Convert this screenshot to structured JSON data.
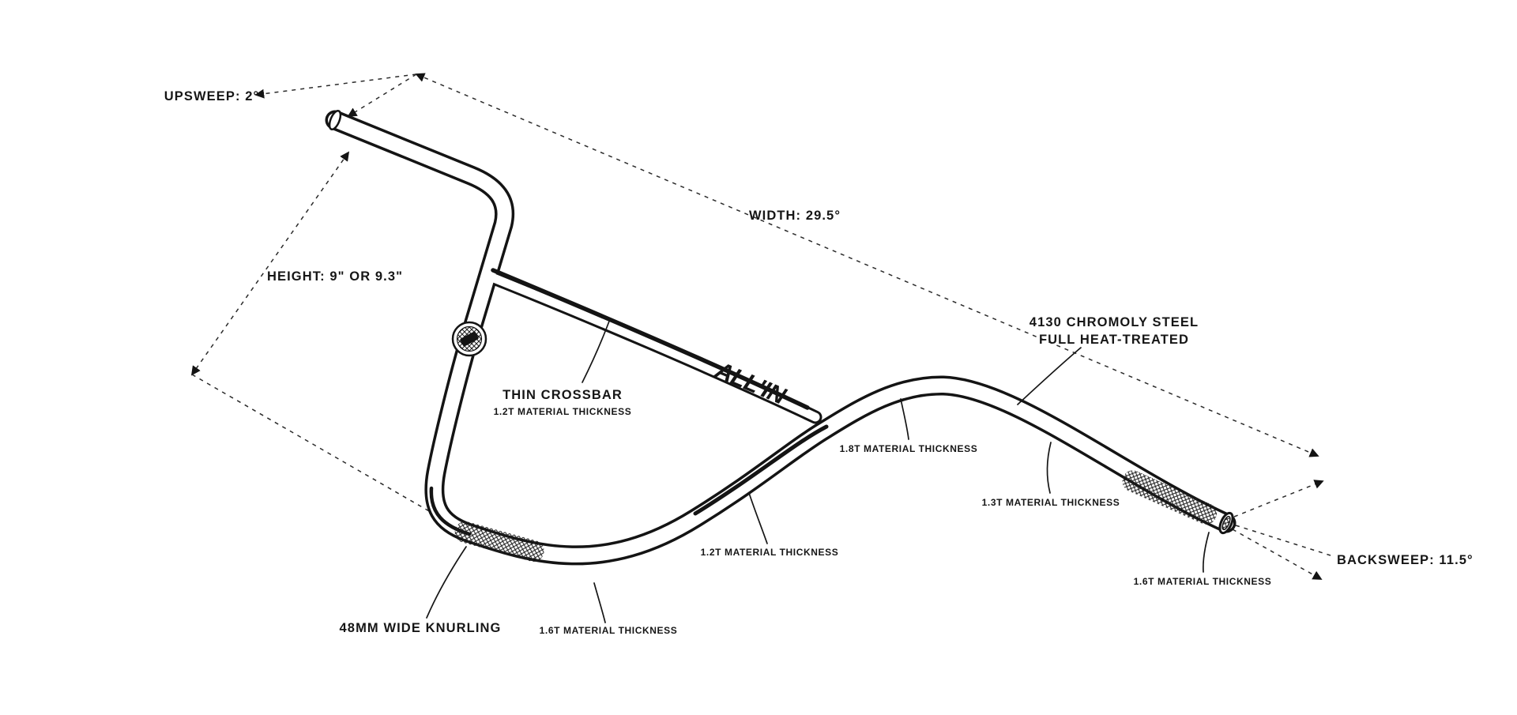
{
  "page": {
    "background": "#ffffff",
    "ink": "#141414"
  },
  "diagram": {
    "logo": "ALL'IN",
    "measurements": {
      "upsweep": "UPSWEEP: 2°",
      "width": "WIDTH: 29.5°",
      "height": "HEIGHT: 9\" OR 9.3\"",
      "backsweep": "BACKSWEEP: 11.5°"
    },
    "callouts": {
      "crossbar_title": "THIN CROSSBAR",
      "crossbar_thickness": "1.2T MATERIAL THICKNESS",
      "material_line1": "4130 CHROMOLY STEEL",
      "material_line2": "FULL HEAT-TREATED",
      "knurling": "48MM WIDE KNURLING",
      "thickness_18": "1.8T MATERIAL THICKNESS",
      "thickness_13": "1.3T MATERIAL THICKNESS",
      "thickness_12": "1.2T MATERIAL THICKNESS",
      "thickness_16_left": "1.6T MATERIAL THICKNESS",
      "thickness_16_right": "1.6T MATERIAL THICKNESS"
    }
  }
}
